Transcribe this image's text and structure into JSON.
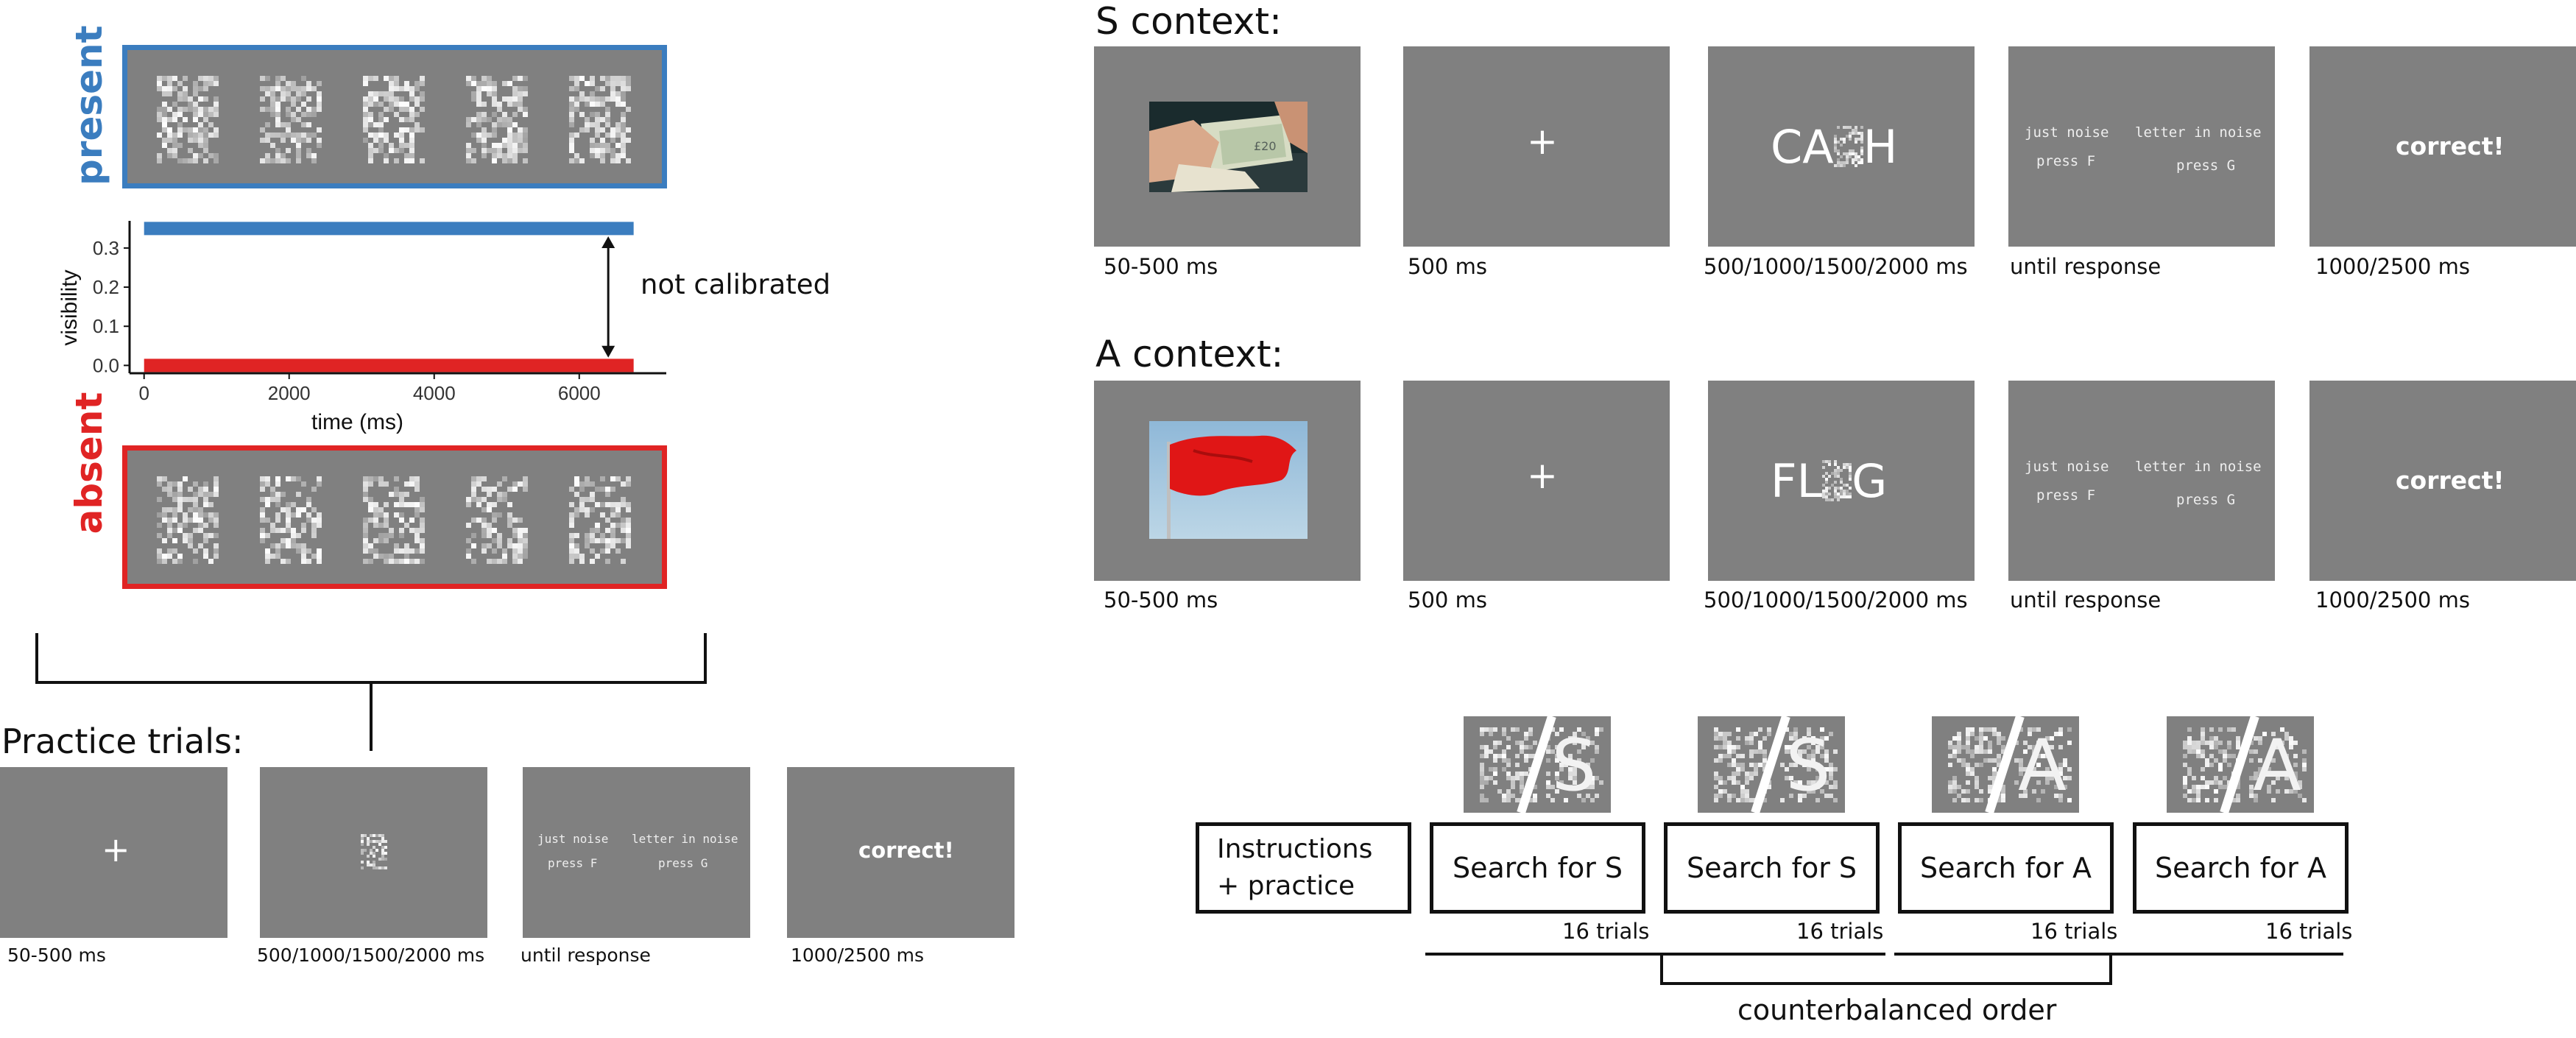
{
  "colors": {
    "present": "#3b7dbf",
    "absent": "#e02424",
    "screen": "#808080"
  },
  "left": {
    "present_label": "present",
    "absent_label": "absent",
    "chart_data": {
      "type": "line",
      "xlabel": "time (ms)",
      "ylabel": "visibility",
      "x_ticks": [
        "0",
        "2000",
        "4000",
        "6000"
      ],
      "y_ticks": [
        "0.0",
        "0.1",
        "0.2",
        "0.3"
      ],
      "xlim": [
        -200,
        7200
      ],
      "ylim": [
        -0.02,
        0.36
      ],
      "series": [
        {
          "name": "present",
          "x": [
            0,
            6750
          ],
          "y": [
            0.35,
            0.35
          ],
          "color": "#3b7dbf"
        },
        {
          "name": "absent",
          "x": [
            0,
            6750
          ],
          "y": [
            0.0,
            0.0
          ],
          "color": "#e02424"
        }
      ],
      "annotation": "not calibrated"
    }
  },
  "practice": {
    "title": "Practice trials:",
    "fixation": "+",
    "just_noise": "just noise",
    "press_f": "press F",
    "letter_in_noise": "letter in noise",
    "press_g": "press G",
    "correct": "correct!",
    "durations": [
      "50-500 ms",
      "500/1000/1500/2000 ms",
      "until response",
      "1000/2500 ms"
    ]
  },
  "s_context": {
    "title": "S context:",
    "word_prefix": "CA",
    "word_suffix": "H",
    "fixation": "+",
    "just_noise": "just noise",
    "press_f": "press F",
    "letter_in_noise": "letter in noise",
    "press_g": "press G",
    "correct": "correct!",
    "durations": [
      "50-500 ms",
      "500 ms",
      "500/1000/1500/2000 ms",
      "until response",
      "1000/2500 ms"
    ]
  },
  "a_context": {
    "title": "A context:",
    "word_prefix": "FL",
    "word_suffix": "G",
    "fixation": "+",
    "just_noise": "just noise",
    "press_f": "press F",
    "letter_in_noise": "letter in noise",
    "press_g": "press G",
    "correct": "correct!",
    "durations": [
      "50-500 ms",
      "500 ms",
      "500/1000/1500/2000 ms",
      "until response",
      "1000/2500 ms"
    ]
  },
  "design": {
    "instructions": "Instructions + practice",
    "blocks": [
      {
        "label": "Search for S",
        "trials": "16 trials",
        "target": "S"
      },
      {
        "label": "Search for S",
        "trials": "16 trials",
        "target": "S"
      },
      {
        "label": "Search for A",
        "trials": "16 trials",
        "target": "A"
      },
      {
        "label": "Search for A",
        "trials": "16 trials",
        "target": "A"
      }
    ],
    "counterbalanced": "counterbalanced order"
  }
}
